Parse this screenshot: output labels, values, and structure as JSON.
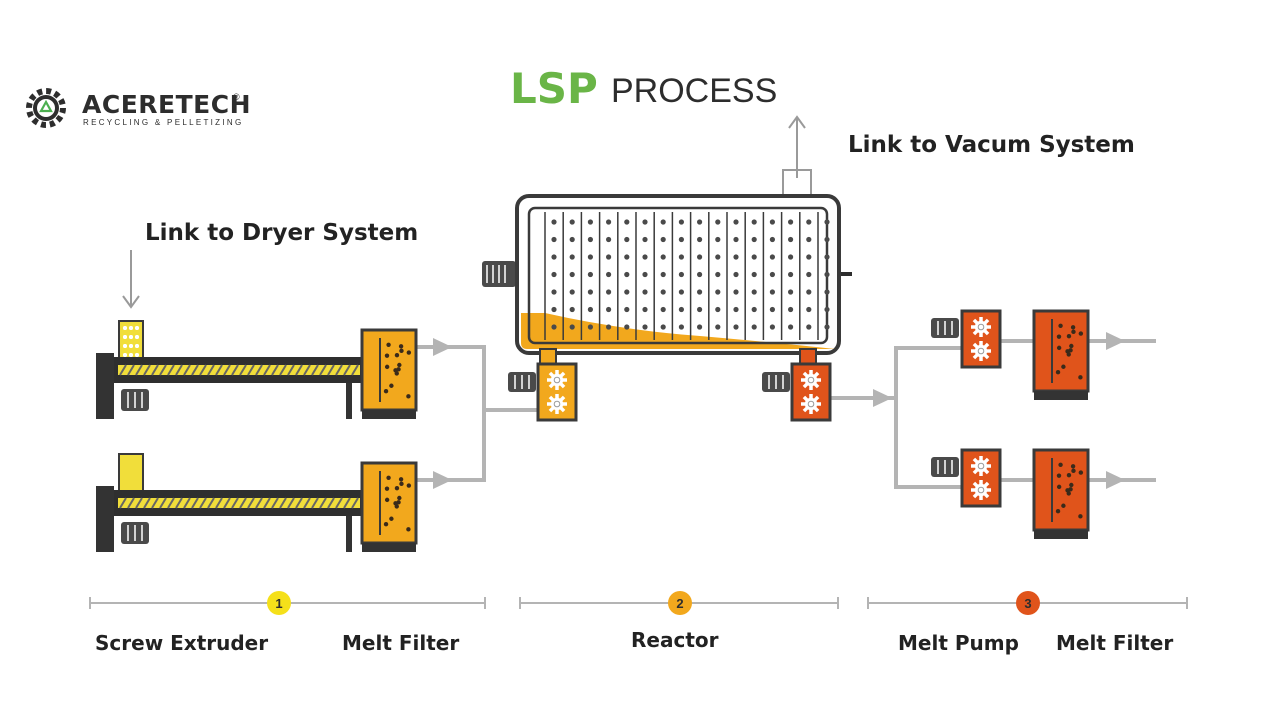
{
  "logo": {
    "brand_text": "ACERETECH",
    "registered_mark": "®",
    "tagline": "RECYCLING & PELLETIZING",
    "icon": "recycling-gear-icon",
    "brand_color": "#2d2d2d",
    "icon_accent_color": "#4caf50"
  },
  "title": {
    "accent_text": "LSP",
    "main_text": "PROCESS",
    "accent_color": "#6ab547"
  },
  "labels": {
    "vacuum": "Link to Vacum System",
    "dryer": "Link to Dryer System"
  },
  "stages": [
    {
      "number": "1",
      "color": "#f5e01a",
      "labels": [
        "Screw Extruder",
        "Melt Filter"
      ]
    },
    {
      "number": "2",
      "color": "#f2a81d",
      "labels": [
        "Reactor"
      ]
    },
    {
      "number": "3",
      "color": "#e0541b",
      "labels": [
        "Melt Pump",
        "Melt Filter"
      ]
    }
  ],
  "colors": {
    "hopper_yellow": "#f1de3a",
    "melt_orange": "#f2a81d",
    "melt_red": "#e0541b",
    "pipe_gray": "#b4b4b4",
    "motor_gray": "#4a4a4a",
    "outline": "#3a3a3a"
  }
}
